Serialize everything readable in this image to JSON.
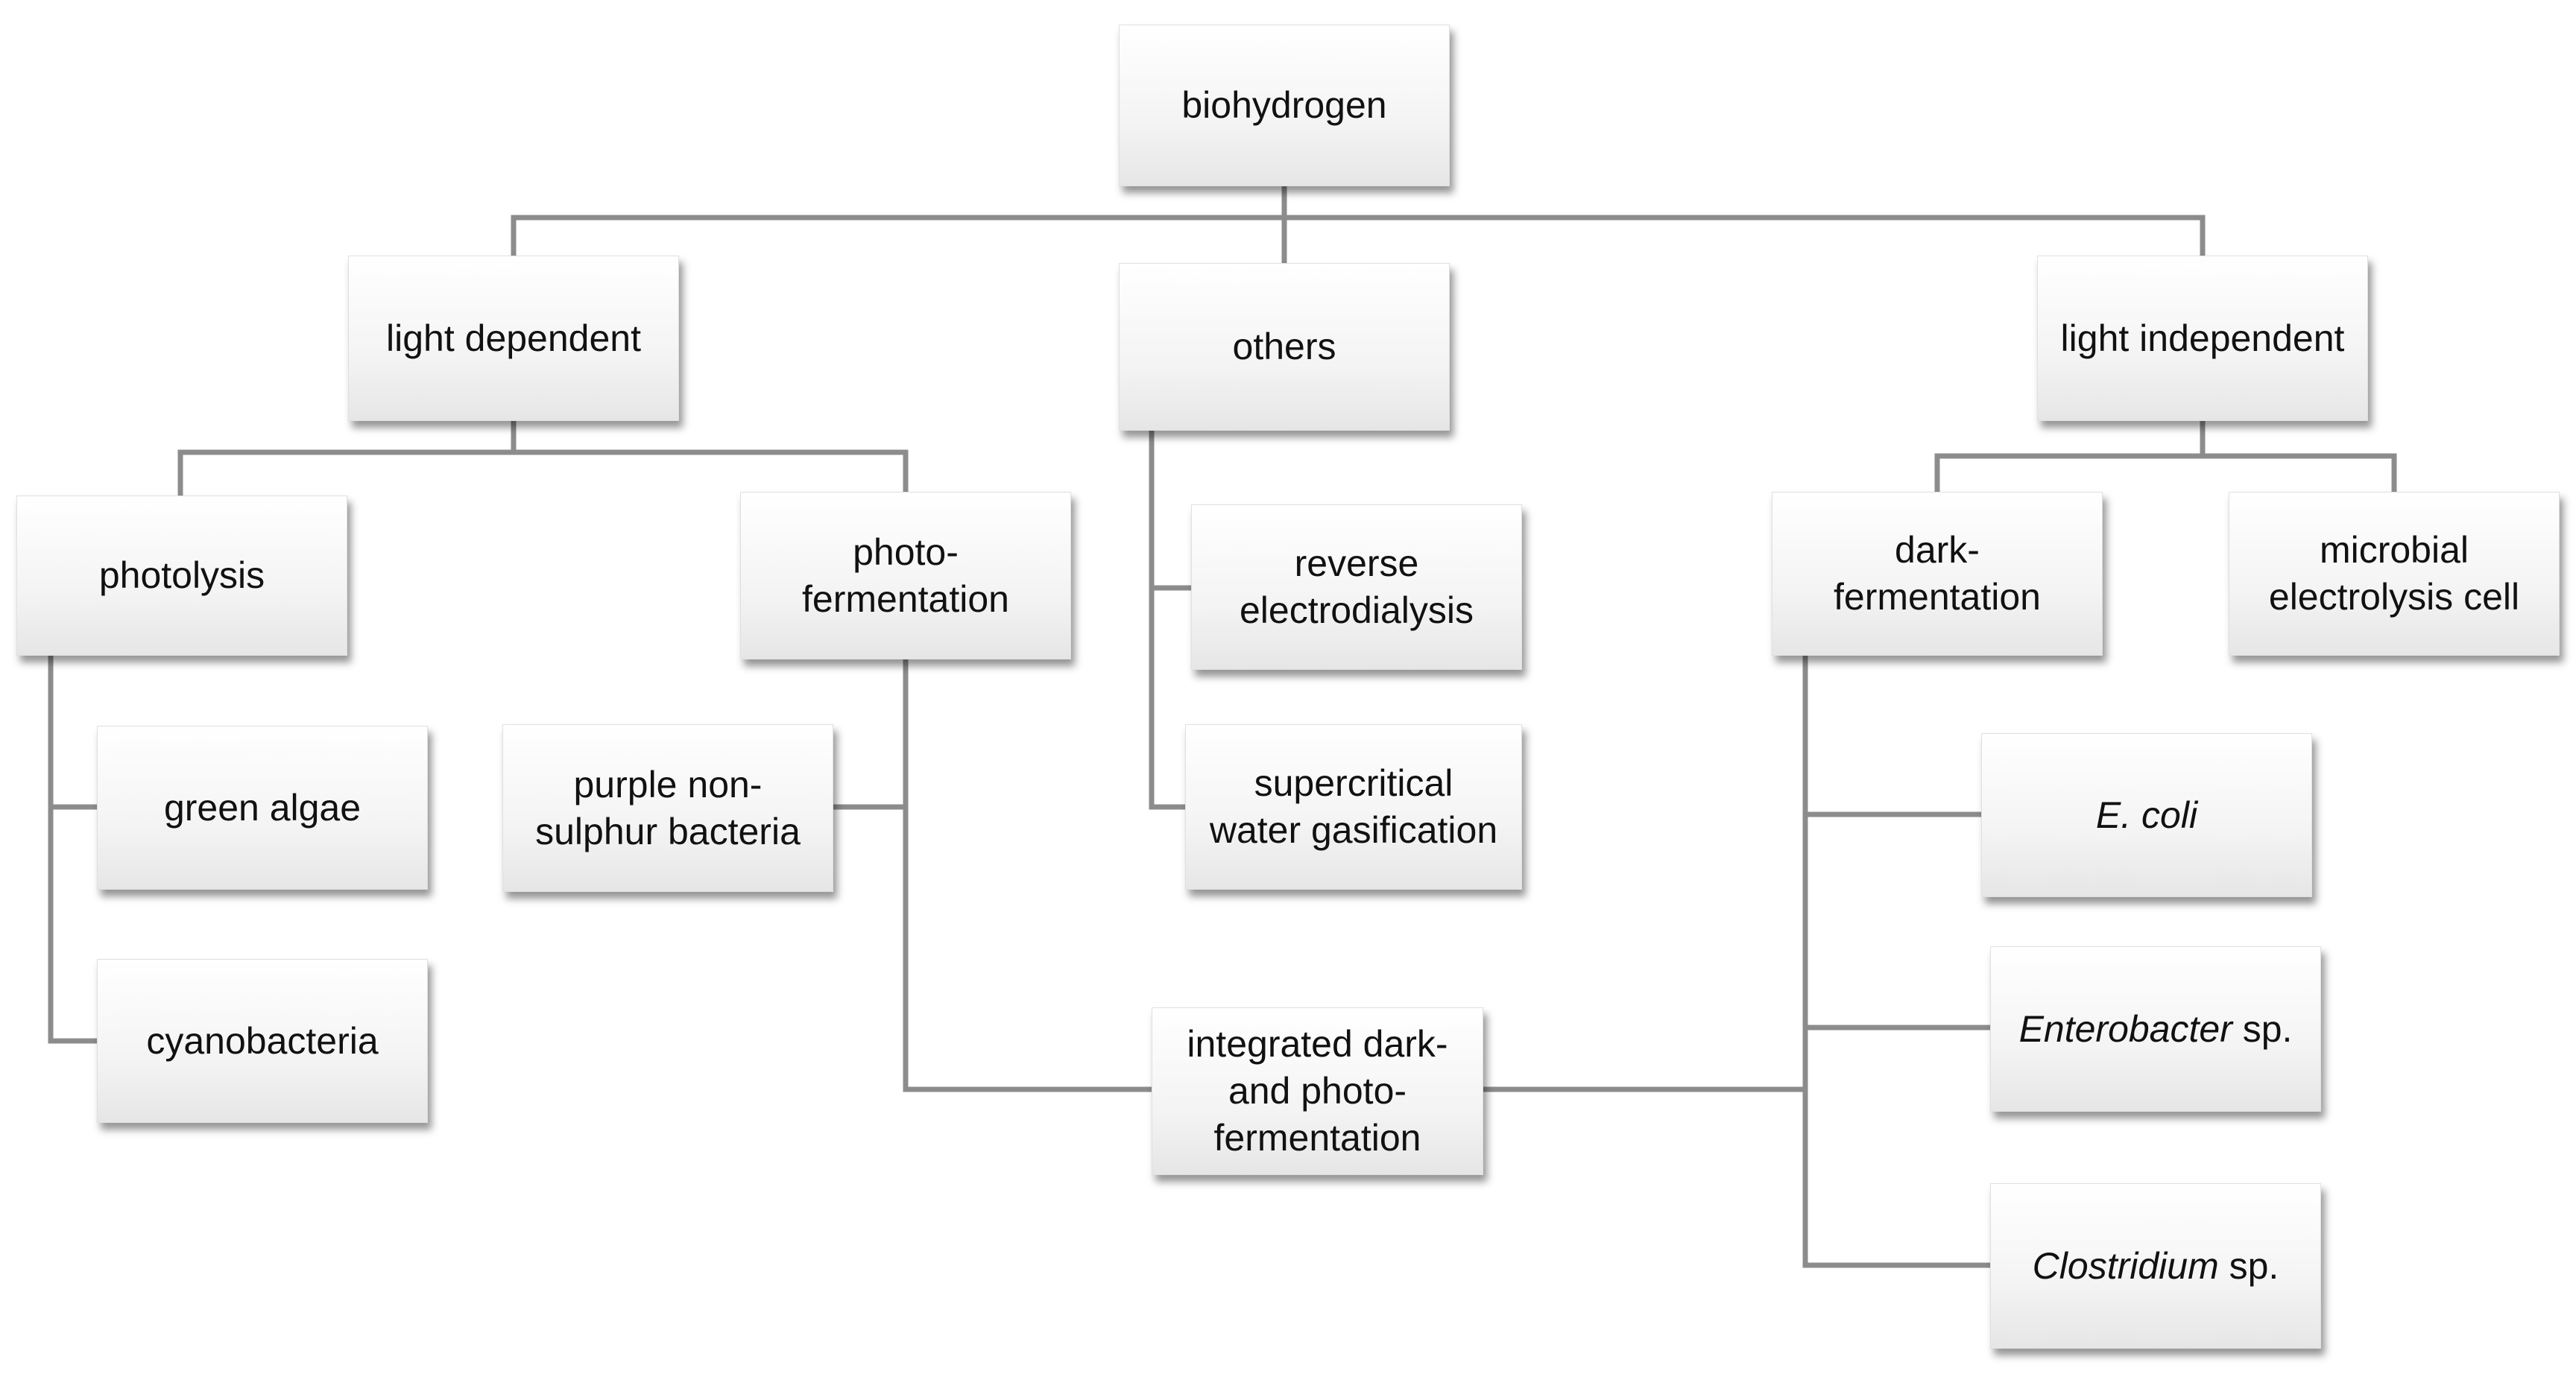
{
  "diagram": {
    "root": "biohydrogen",
    "light_dependent": "light dependent",
    "others": "others",
    "light_independent": "light independent",
    "photolysis": "photolysis",
    "photo_fermentation": "photo-\nfermentation",
    "reverse_electrodialysis": "reverse\nelectrodialysis",
    "supercritical_water_gasification": "supercritical\nwater gasification",
    "dark_fermentation": "dark-\nfermentation",
    "microbial_electrolysis_cell": "microbial\nelectrolysis cell",
    "green_algae": "green algae",
    "cyanobacteria": "cyanobacteria",
    "purple_non_sulphur_bacteria": "purple non-\nsulphur bacteria",
    "integrated_dark_and_photo_fermentation": "integrated dark-\nand photo-\nfermentation",
    "e_coli": "E. coli",
    "enterobacter": {
      "genus": "Enterobacter",
      "suffix": " sp."
    },
    "clostridium": {
      "genus": "Clostridium",
      "suffix": " sp."
    }
  },
  "colors": {
    "connector": "#8c8c8c",
    "box_top": "#ffffff",
    "box_bottom": "#e6e6e6",
    "text": "#111111"
  }
}
